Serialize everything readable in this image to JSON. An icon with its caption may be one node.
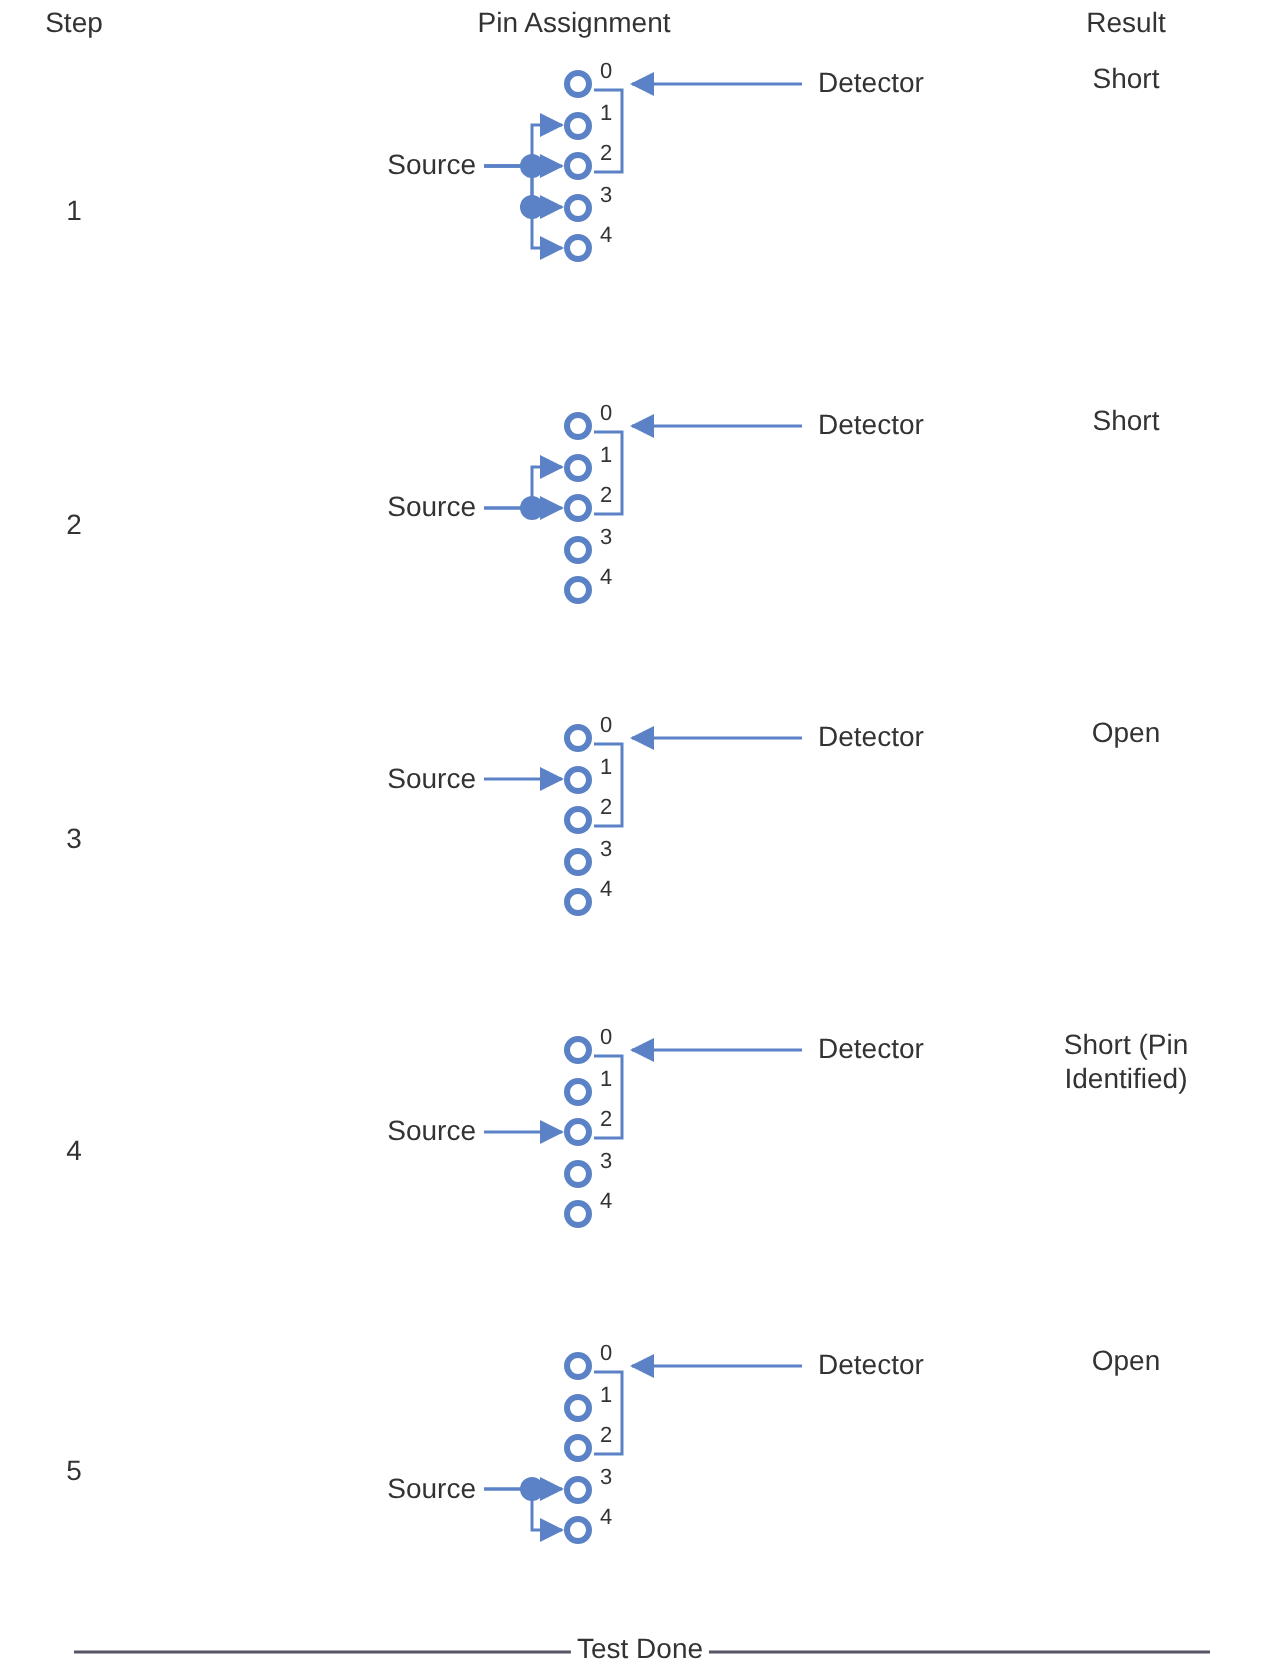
{
  "diagram": {
    "nodes": [
      {
        "text": [
          "Source"
        ]
      },
      {
        "text": [],
        "shape": "circle",
        "beside": [
          "0"
        ]
      },
      {
        "text": [],
        "shape": "circle",
        "beside": [
          "1"
        ]
      },
      {
        "text": [],
        "shape": "circle",
        "beside": [
          "2"
        ]
      },
      {
        "text": [],
        "shape": "circle",
        "beside": [
          "3"
        ]
      },
      {
        "text": [],
        "shape": "circle",
        "beside": [
          "4"
        ]
      },
      {
        "text": [
          "Detector"
        ]
      },
      {
        "text": [
          "Source"
        ]
      },
      {
        "text": [],
        "shape": "circle",
        "beside": [
          "0"
        ]
      },
      {
        "text": [],
        "shape": "circle",
        "beside": [
          "1"
        ]
      },
      {
        "text": [],
        "shape": "circle",
        "beside": [
          "2"
        ]
      },
      {
        "text": [],
        "shape": "circle",
        "beside": [
          "3"
        ]
      },
      {
        "text": [],
        "shape": "circle",
        "beside": [
          "4"
        ]
      },
      {
        "text": [
          "Detector"
        ]
      },
      {
        "text": [
          "Source"
        ]
      },
      {
        "text": [],
        "shape": "circle",
        "beside": [
          "0"
        ]
      },
      {
        "text": [],
        "shape": "circle",
        "beside": [
          "1"
        ]
      },
      {
        "text": [],
        "shape": "circle",
        "beside": [
          "2"
        ]
      },
      {
        "text": [],
        "shape": "circle",
        "beside": [
          "3"
        ]
      },
      {
        "text": [],
        "shape": "circle",
        "beside": [
          "4"
        ]
      },
      {
        "text": [
          "Detector"
        ]
      },
      {
        "text": [
          "Source"
        ]
      },
      {
        "text": [],
        "shape": "circle",
        "beside": [
          "0"
        ]
      },
      {
        "text": [],
        "shape": "circle",
        "beside": [
          "1"
        ]
      },
      {
        "text": [],
        "shape": "circle",
        "beside": [
          "2"
        ]
      },
      {
        "text": [],
        "shape": "circle",
        "beside": [
          "3"
        ]
      },
      {
        "text": [],
        "shape": "circle",
        "beside": [
          "4"
        ]
      },
      {
        "text": [
          "Detector"
        ]
      },
      {
        "text": [
          "Source"
        ]
      },
      {
        "text": [],
        "shape": "circle",
        "beside": [
          "0"
        ]
      },
      {
        "text": [],
        "shape": "circle",
        "beside": [
          "1"
        ]
      },
      {
        "text": [],
        "shape": "circle",
        "beside": [
          "2"
        ]
      },
      {
        "text": [],
        "shape": "circle",
        "beside": [
          "3"
        ]
      },
      {
        "text": [],
        "shape": "circle",
        "beside": [
          "4"
        ]
      },
      {
        "text": [
          "Detector"
        ]
      }
    ],
    "edges": [
      {
        "from": 0,
        "to": 2,
        "arrow": "to"
      },
      {
        "from": 0,
        "to": 3,
        "arrow": "to"
      },
      {
        "from": 0,
        "to": 4,
        "arrow": "to"
      },
      {
        "from": 0,
        "to": 5,
        "arrow": "to"
      },
      {
        "from": 1,
        "to": 3,
        "arrow": "none"
      },
      {
        "from": 6,
        "to": 1,
        "arrow": "to"
      },
      {
        "from": 7,
        "to": 9,
        "arrow": "to"
      },
      {
        "from": 7,
        "to": 10,
        "arrow": "to"
      },
      {
        "from": 8,
        "to": 10,
        "arrow": "none"
      },
      {
        "from": 13,
        "to": 8,
        "arrow": "to"
      },
      {
        "from": 14,
        "to": 16,
        "arrow": "to"
      },
      {
        "from": 15,
        "to": 17,
        "arrow": "none"
      },
      {
        "from": 20,
        "to": 15,
        "arrow": "to"
      },
      {
        "from": 21,
        "to": 24,
        "arrow": "to"
      },
      {
        "from": 22,
        "to": 24,
        "arrow": "none"
      },
      {
        "from": 27,
        "to": 22,
        "arrow": "to"
      },
      {
        "from": 28,
        "to": 32,
        "arrow": "to"
      },
      {
        "from": 28,
        "to": 33,
        "arrow": "to"
      },
      {
        "from": 29,
        "to": 31,
        "arrow": "none"
      },
      {
        "from": 34,
        "to": 29,
        "arrow": "to"
      }
    ],
    "labels": [
      "Step",
      "Pin Assignment",
      "Result",
      "Short",
      "1",
      "Short",
      "2",
      "Open",
      "3",
      "Short (Pin Identified)",
      "4",
      "Open",
      "5",
      "Test Done"
    ]
  }
}
